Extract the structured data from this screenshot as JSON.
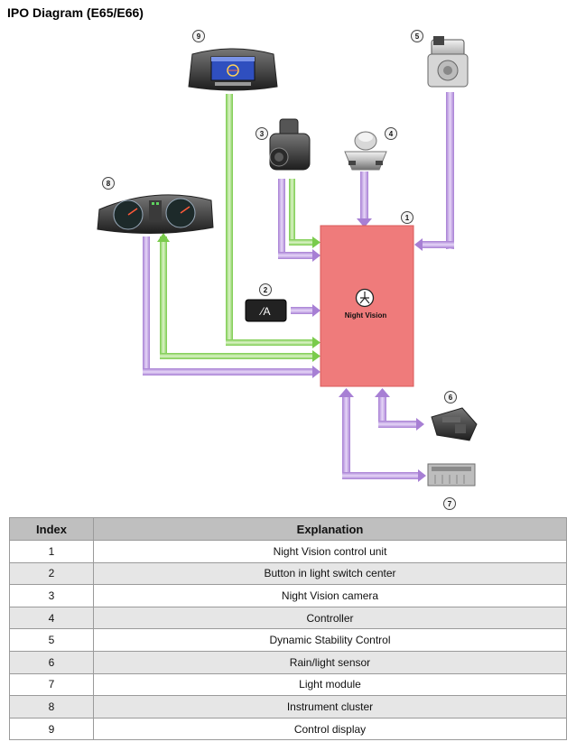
{
  "title": "IPO Diagram (E65/E66)",
  "center": {
    "label": "Night Vision"
  },
  "button_glyph": "⁄A",
  "badges": [
    "1",
    "2",
    "3",
    "4",
    "5",
    "6",
    "7",
    "8",
    "9"
  ],
  "colors": {
    "control_unit": "#ef7b7b",
    "input_arrow": "#c9a8e8",
    "green_arrow": "#9edc78",
    "output_arrow": "#c9a8e8"
  },
  "table": {
    "headers": [
      "Index",
      "Explanation"
    ],
    "rows": [
      {
        "index": "1",
        "text": "Night Vision control unit"
      },
      {
        "index": "2",
        "text": "Button in light switch center"
      },
      {
        "index": "3",
        "text": "Night Vision camera"
      },
      {
        "index": "4",
        "text": "Controller"
      },
      {
        "index": "5",
        "text": "Dynamic Stability Control"
      },
      {
        "index": "6",
        "text": "Rain/light sensor"
      },
      {
        "index": "7",
        "text": "Light module"
      },
      {
        "index": "8",
        "text": "Instrument cluster"
      },
      {
        "index": "9",
        "text": "Control display"
      }
    ]
  }
}
